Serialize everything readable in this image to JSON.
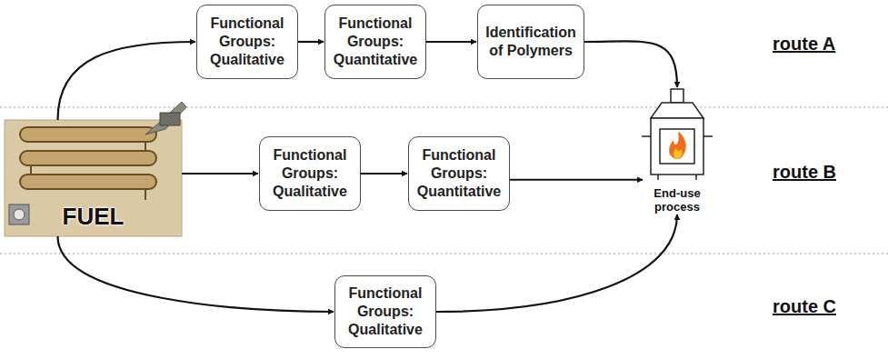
{
  "diagram": {
    "nodes": [
      {
        "text": [
          "FUEL"
        ]
      },
      {
        "text": [
          "Functional Groups: Qualitative"
        ]
      },
      {
        "text": [
          "Functional Groups: Quantitative"
        ]
      },
      {
        "text": [
          "Identification of Polymers"
        ]
      },
      {
        "text": [
          "Functional Groups: Qualitative"
        ]
      },
      {
        "text": [
          "Functional Groups: Quantitative"
        ]
      },
      {
        "text": [
          "Functional Groups: Qualitative"
        ]
      },
      {
        "text": [
          "End-use process"
        ]
      }
    ],
    "edges": [
      {
        "from": 0,
        "to": 1,
        "arrow": "to"
      },
      {
        "from": 1,
        "to": 2,
        "arrow": "to"
      },
      {
        "from": 2,
        "to": 3,
        "arrow": "to"
      },
      {
        "from": 3,
        "to": 7,
        "arrow": "to"
      },
      {
        "from": 0,
        "to": 4,
        "arrow": "to"
      },
      {
        "from": 4,
        "to": 5,
        "arrow": "to"
      },
      {
        "from": 5,
        "to": 7,
        "arrow": "to"
      },
      {
        "from": 0,
        "to": 6,
        "arrow": "to"
      },
      {
        "from": 6,
        "to": 7,
        "arrow": "to"
      }
    ],
    "labels": [
      "route A",
      "route B",
      "route C"
    ]
  }
}
